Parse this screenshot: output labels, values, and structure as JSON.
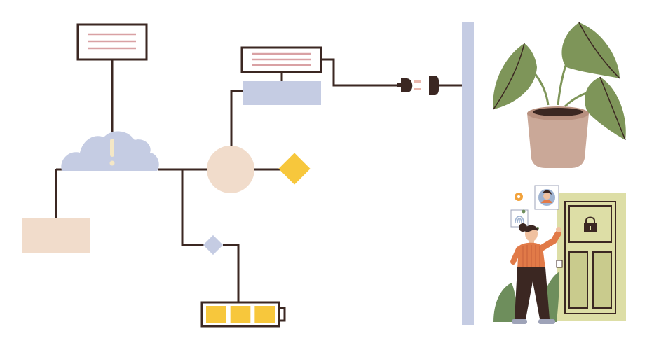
{
  "colors": {
    "line": "#3b2722",
    "cloud": "#c5cce3",
    "cloud_alert": "#f4e7c6",
    "peach": "#f1dccb",
    "blue_box": "#c5cce3",
    "card_stripe": "#d9a1a4",
    "diamond_yellow": "#f7c73c",
    "diamond_blue": "#c5cce3",
    "battery_cell": "#f7c73c",
    "wall": "#c5cce3",
    "plug": "#3b2722",
    "plug_pin": "#e9b7ad",
    "pot": "#caa898",
    "pot_rim": "#b8907f",
    "leaf": "#7e9559",
    "leaf_vein": "#3b2722",
    "door": "#dddea6",
    "door_panel": "#c9cb8d",
    "shirt": "#e17a48",
    "pants": "#3b2722",
    "hair": "#3b2722",
    "skin": "#f0c1a0",
    "bush": "#6e8e5c",
    "shoe": "#9ea3b8",
    "face_avatar_bg": "#9fb3d1",
    "gear": "#f2a23b"
  },
  "icons": {
    "cloud": "cloud-alert-icon",
    "plug": "power-plug-icon",
    "socket": "power-socket-icon",
    "battery": "battery-full-icon",
    "lock": "padlock-icon",
    "face": "face-id-icon",
    "fingerprint": "fingerprint-icon",
    "gear": "gear-icon",
    "plant": "potted-plant-icon",
    "person": "person-at-door-icon"
  },
  "battery": {
    "cells": 3,
    "level": 1.0
  },
  "scene": {
    "top_card_stripes": 3,
    "mid_card_stripes": 3
  }
}
